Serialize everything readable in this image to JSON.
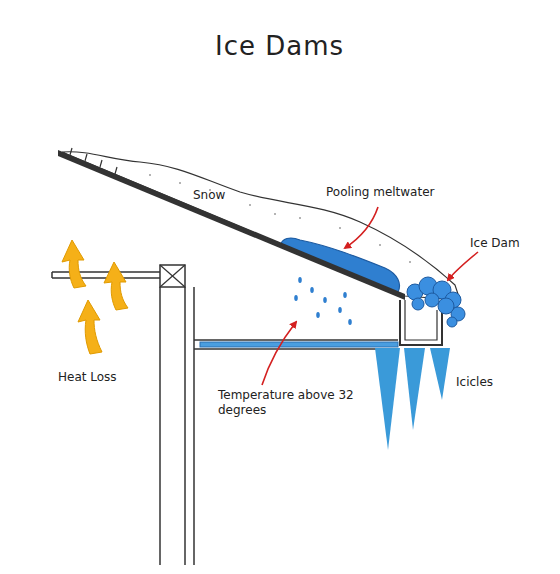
{
  "diagram": {
    "title": "Ice Dams",
    "labels": [
      "Snow",
      "Pooling meltwater",
      "Ice Dam",
      "Heat Loss",
      "Icicles",
      "Temperature above 32 degrees"
    ]
  }
}
